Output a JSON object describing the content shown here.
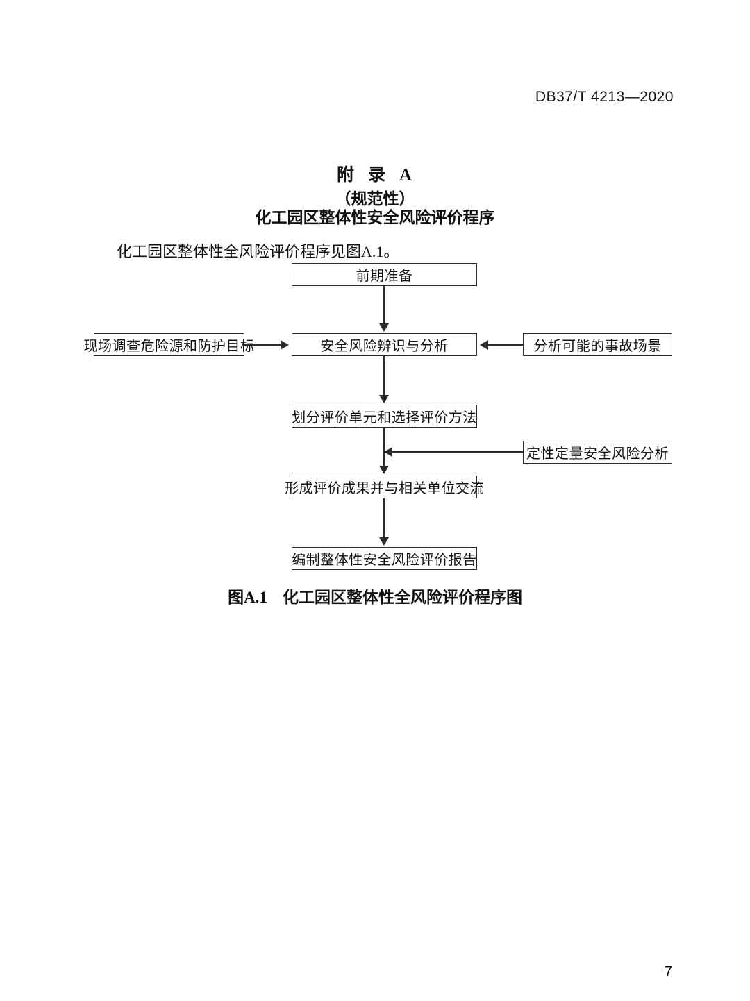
{
  "document": {
    "running_header": "DB37/T 4213—2020",
    "page_number": "7"
  },
  "annex": {
    "label_prefix": "附",
    "label_word": "录",
    "label_letter": "A",
    "nature": "（规范性）",
    "name": "化工园区整体性安全风险评价程序",
    "intro_paragraph": "化工园区整体性全风险评价程序见图A.1。"
  },
  "figure": {
    "caption_number": "图A.1",
    "caption_text": "化工园区整体性全风险评价程序图",
    "nodes": {
      "preparation": "前期准备",
      "identification": "安全风险辨识与分析",
      "site_survey": "现场调查危险源和防护目标",
      "accident_scenarios": "分析可能的事故场景",
      "unit_method": "划分评价单元和选择评价方法",
      "quantitative_analysis": "定性定量安全风险分析",
      "results_exchange": "形成评价成果并与相关单位交流",
      "report": "编制整体性安全风险评价报告"
    }
  },
  "colors": {
    "stroke": "#2b2b2b",
    "text": "#111111",
    "page_background": "#ffffff"
  }
}
